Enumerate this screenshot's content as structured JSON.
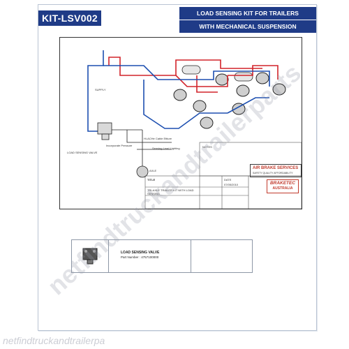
{
  "header": {
    "kit_code": "KIT-LSV002",
    "title_line1": "LOAD SENSING KIT FOR TRAILERS",
    "title_line2": "WITH MECHANICAL  SUSPENSION"
  },
  "drawing": {
    "labels": {
      "supply": "SUPPLY",
      "load_sensing_valve": "LOAD SENSING VALVE",
      "axle": "AXLE",
      "callout_1": "Hi-ACHe Cable Ettiure",
      "callout_2": "Sensing Lead Lighting",
      "callout_3": "Incorporate Pressure"
    },
    "notes_heading": "NOTES"
  },
  "title_block": {
    "title_label": "TITLE",
    "title_value": "TRI-AXLE TRAILER KIT WITH LOAD SENSING",
    "date_label": "DATE",
    "date_value": "07/05/2010",
    "company": "AIR BRAKE SERVICES",
    "company_tag": "SAFETY QUALITY AFFORDABILITY",
    "brand_name": "BRAKETEC",
    "brand_region": "AUSTRALIA"
  },
  "parts_table": {
    "rows": [
      {
        "description": "LOAD SENSING VALVE",
        "part_number": "Part Number : 4757100000"
      }
    ]
  },
  "watermark": {
    "diagonal": "netfindtruckandtrailerparts",
    "bottom": "netfindtruckandtrailerpa"
  },
  "colors": {
    "header_blue": "#1f3b87",
    "air_line_red": "#d2232a",
    "air_line_blue": "#1d4fb0",
    "brand_red": "#c13a2c"
  }
}
